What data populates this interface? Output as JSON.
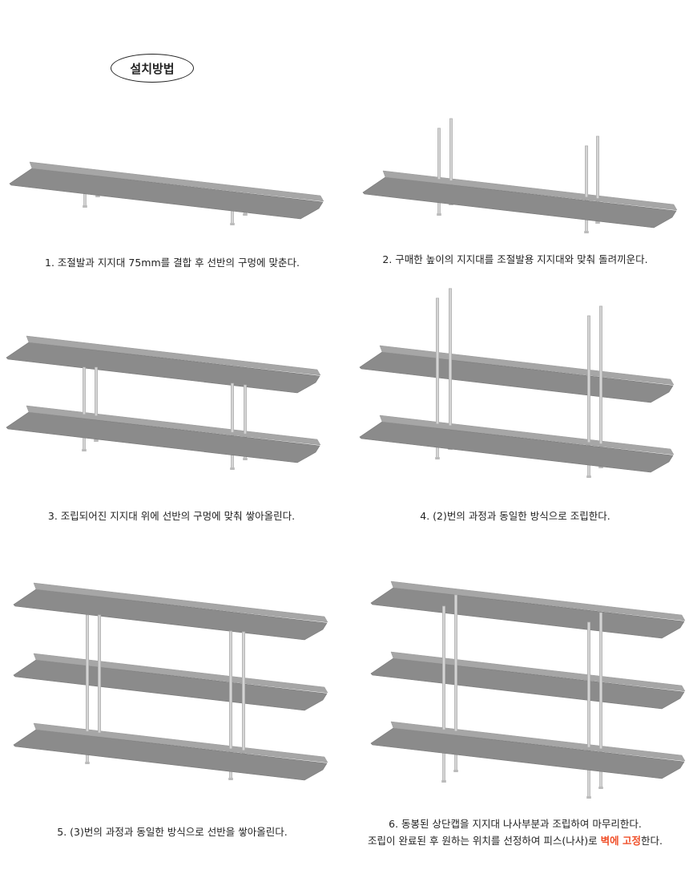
{
  "title": "설치방법",
  "steps": [
    {
      "text": "1. 조절발과 지지대 75mm를 결합 후 선반의 구멍에 맞춘다."
    },
    {
      "text": "2. 구매한 높이의 지지대를 조절발용 지지대와 맞춰 돌려끼운다."
    },
    {
      "text": "3. 조립되어진 지지대 위에 선반의 구멍에 맞춰 쌓아올린다."
    },
    {
      "text": "4. (2)번의 과정과 동일한 방식으로 조립한다."
    },
    {
      "text": "5. (3)번의 과정과 동일한 방식으로 선반을 쌓아올린다."
    },
    {
      "text": "6. 동봉된 상단캡을 지지대 나사부분과 조립하여 마무리한다.",
      "line2_pre": "조립이 완료된 후 원하는 위치를 선정하여 피스(나사)로 ",
      "line2_highlight": "벽에 고정",
      "line2_post": "한다."
    }
  ],
  "colors": {
    "shelf": "#8b8b8b",
    "lip": "#a6a6a6",
    "pole": "#d4d4d4",
    "highlight": "#f0502a"
  }
}
